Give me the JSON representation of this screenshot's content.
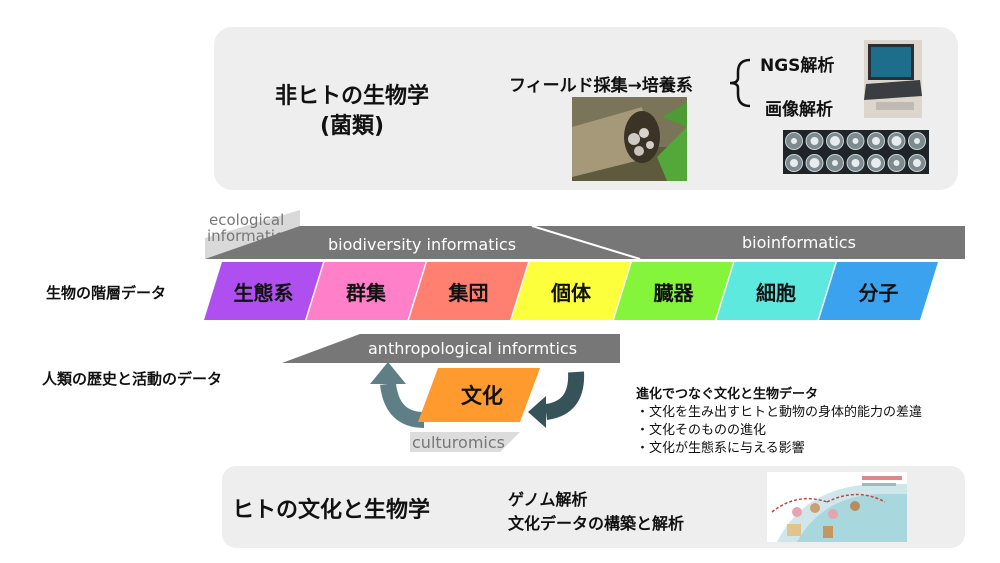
{
  "top_panel": {
    "title_line1": "非ヒトの生物学",
    "title_line2": "(菌類)",
    "field_text": "フィールド採集→培養系",
    "ngs": "NGS解析",
    "image_analysis": "画像解析"
  },
  "bands": {
    "ecological_line1": "ecological",
    "ecological_line2": "informatics",
    "biodiversity": "biodiversity informatics",
    "bioinformatics": "bioinformatics",
    "anthropological": "anthropological informtics",
    "culturomics": "culturomics"
  },
  "hierarchy": {
    "label": "生物の階層データ",
    "levels": [
      {
        "label": "生態系",
        "color": "#b04ff0"
      },
      {
        "label": "群集",
        "color": "#ff7fc8"
      },
      {
        "label": "集団",
        "color": "#ff8070"
      },
      {
        "label": "個体",
        "color": "#fbff3c"
      },
      {
        "label": "臓器",
        "color": "#84f53a"
      },
      {
        "label": "細胞",
        "color": "#5ee9de"
      },
      {
        "label": "分子",
        "color": "#3aa2ef"
      }
    ]
  },
  "culture": {
    "label": "人類の歴史と活動のデータ",
    "box": "文化",
    "box_color": "#ff9a2e"
  },
  "evolution": {
    "title": "進化でつなぐ文化と生物データ",
    "items": [
      "・文化を生み出すヒトと動物の身体的能力の差違",
      "・文化そのものの進化",
      "・文化が生態系に与える影響"
    ]
  },
  "bottom_panel": {
    "title": "ヒトの文化と生物学",
    "line1": "ゲノム解析",
    "line2": "文化データの構築と解析"
  }
}
